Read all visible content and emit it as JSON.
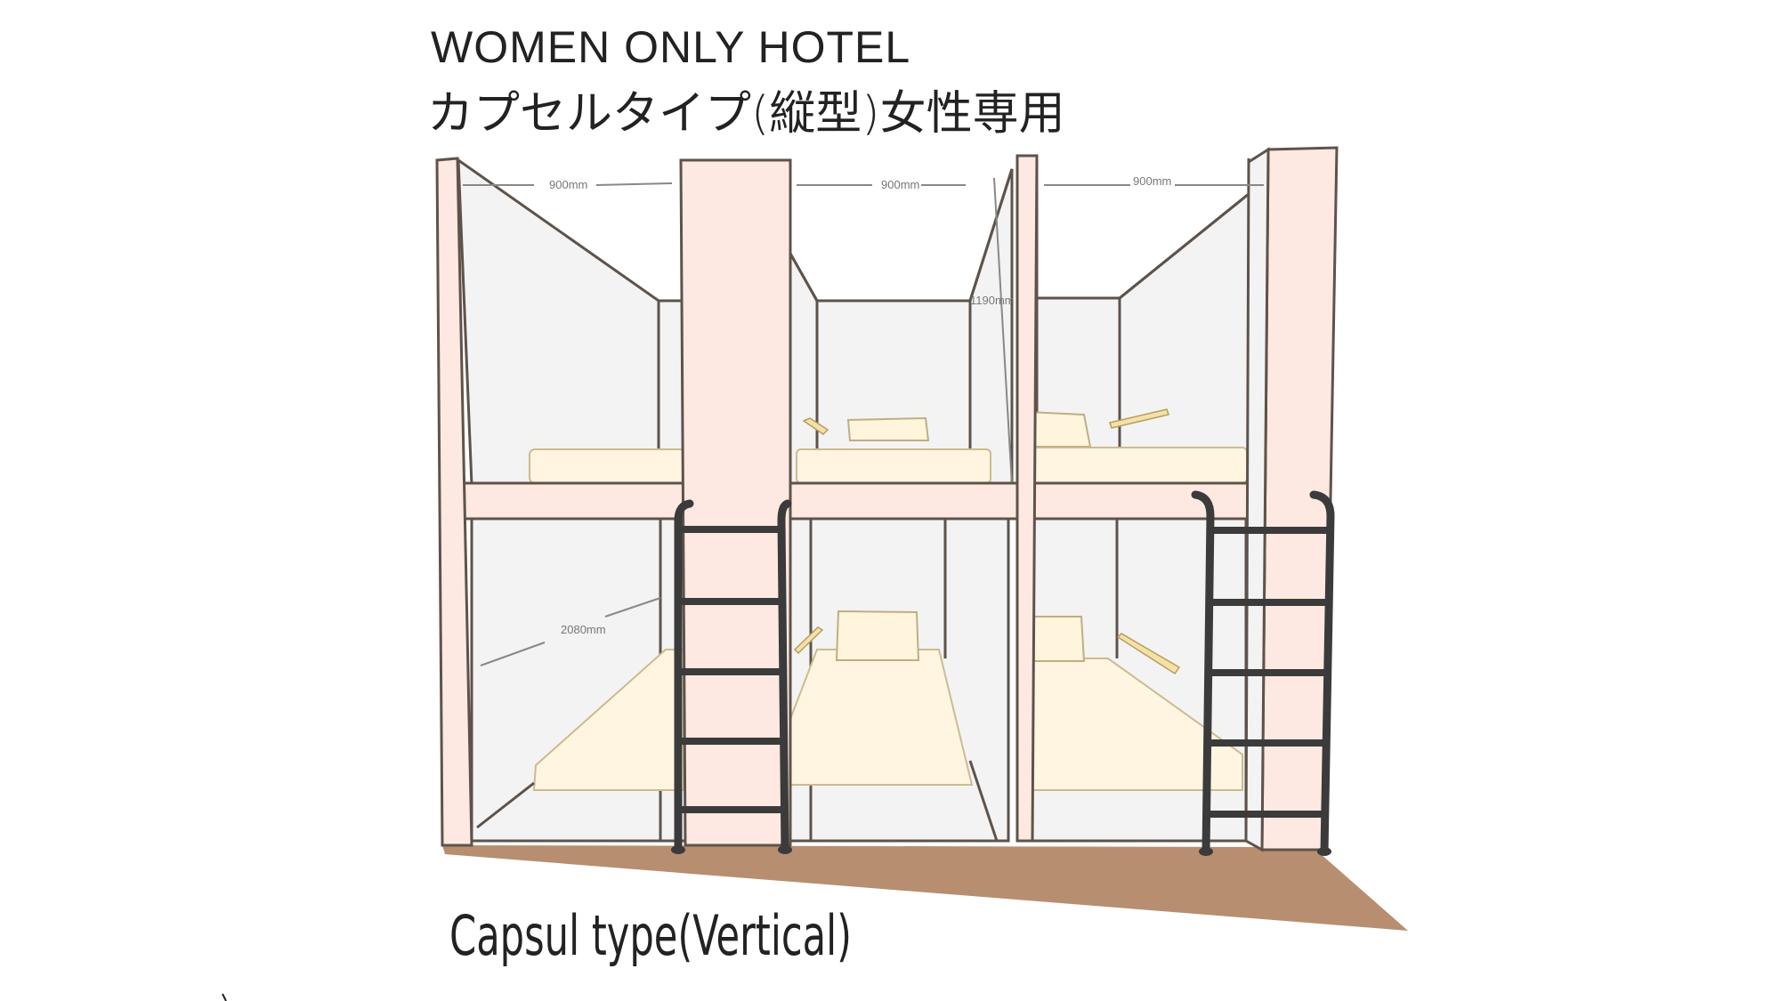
{
  "title": {
    "english": "WOMEN ONLY  HOTEL",
    "japanese": "カプセルタイプ(縦型)女性専用"
  },
  "dimensions": {
    "width_left": "900mm",
    "width_middle": "900mm",
    "width_right": "900mm",
    "height": "1190mm",
    "length": "2080mm"
  },
  "caption": "Capsul type(Vertical)",
  "illustration": {
    "capsule_count": 6,
    "levels": [
      "upper",
      "lower"
    ],
    "ladders": 2,
    "colors": {
      "pillar": "#fde9e2",
      "wall": "#f3f3f4",
      "mattress": "#fff5e1",
      "floor": "#b88e70",
      "ladder": "#3b3b3b",
      "outline": "#5e534a"
    }
  }
}
